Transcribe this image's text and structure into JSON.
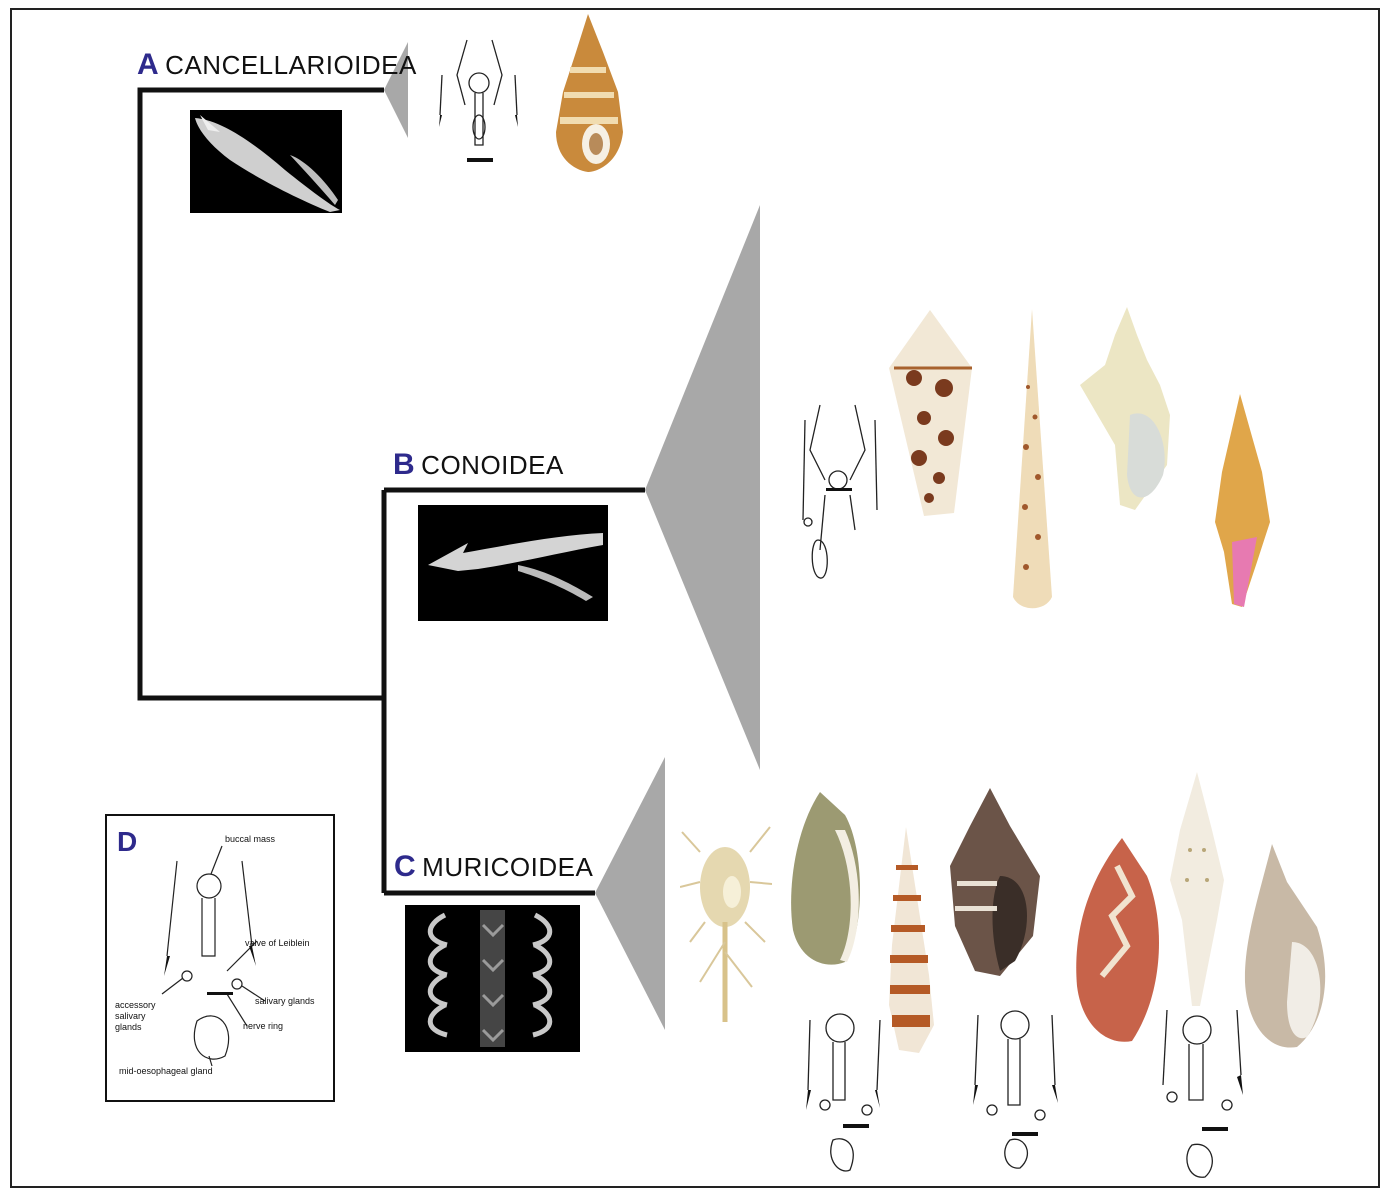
{
  "clades": {
    "a": {
      "letter": "A",
      "name": "CANCELLARIOIDEA"
    },
    "b": {
      "letter": "B",
      "name": "CONOIDEA"
    },
    "c": {
      "letter": "C",
      "name": "MURICOIDEA"
    }
  },
  "panel_d": {
    "letter": "D",
    "labels": {
      "buccal_mass": "buccal mass",
      "valve_of_leiblein": "valve of Leiblein",
      "accessory_salivary_glands": "accessory salivary glands",
      "salivary_glands": "salivary glands",
      "nerve_ring": "nerve ring",
      "mid_oesophageal_gland": "mid-oesophageal gland"
    }
  },
  "colors": {
    "tree": "#111111",
    "wedge": "#a8a8a8",
    "letter": "#2e2a8c"
  }
}
